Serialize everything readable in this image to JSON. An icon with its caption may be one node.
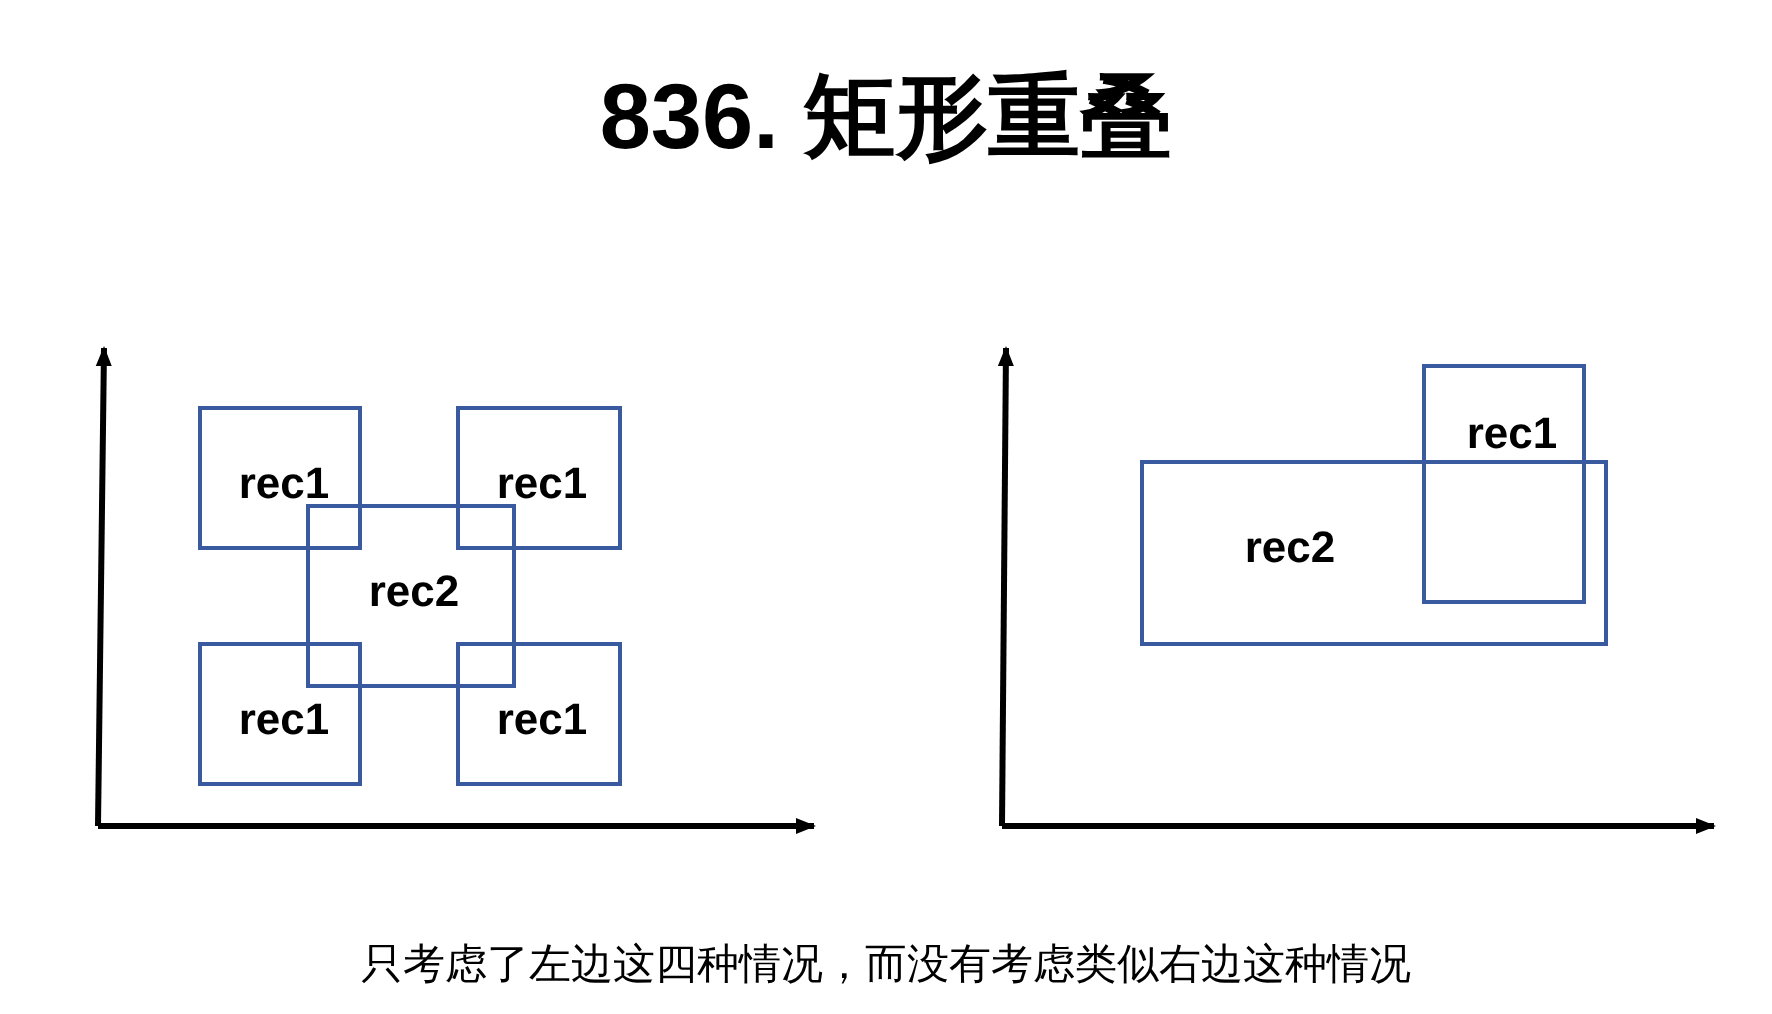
{
  "diagram": {
    "title": "836. 矩形重叠",
    "caption": "只考虑了左边这四种情况，而没有考虑类似右边这种情况",
    "nodes": [
      {
        "text": [
          "rec1"
        ]
      },
      {
        "text": [
          "rec1"
        ]
      },
      {
        "text": [
          "rec2"
        ]
      },
      {
        "text": [
          "rec1"
        ]
      },
      {
        "text": [
          "rec1"
        ]
      },
      {
        "text": [
          "rec2"
        ]
      },
      {
        "text": [
          "rec1"
        ]
      }
    ]
  }
}
